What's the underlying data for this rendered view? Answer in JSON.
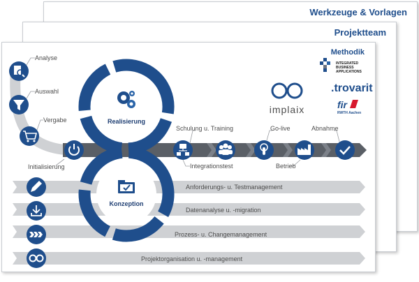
{
  "cards": {
    "back_title": "Werkzeuge & Vorlagen",
    "mid_title": "Projektteam",
    "front_title": "Methodik"
  },
  "selection_steps": [
    "Analyse",
    "Auswahl",
    "Vergabe"
  ],
  "loops": {
    "top": "Realisierung",
    "bottom": "Konzeption"
  },
  "milestones": {
    "start": "Initialisierung",
    "training": "Schulung u. Training",
    "integration_test": "Integrationstest",
    "golive": "Go-live",
    "operation": "Betrieb",
    "acceptance": "Abnahme"
  },
  "workstreams": [
    "Anforderungs- u. Testmanagement",
    "Datenanalyse u. -migration",
    "Prozess- u. Changemanagement",
    "Projektorganisation u. -management"
  ],
  "partners": {
    "iba_lines": [
      "INTEGRATED",
      "BUSINESS",
      "APPLICATIONS"
    ],
    "trovarit": ".trovarit",
    "implaix": "implaix",
    "fir": "fir",
    "fir_sub": "RWTH Aachen"
  },
  "colors": {
    "blue_dark": "#1f4e8c",
    "blue_mid": "#2a64a8",
    "arrow_gray": "#5a5f66",
    "band_gray": "#cfd1d4",
    "red": "#d7192e"
  }
}
